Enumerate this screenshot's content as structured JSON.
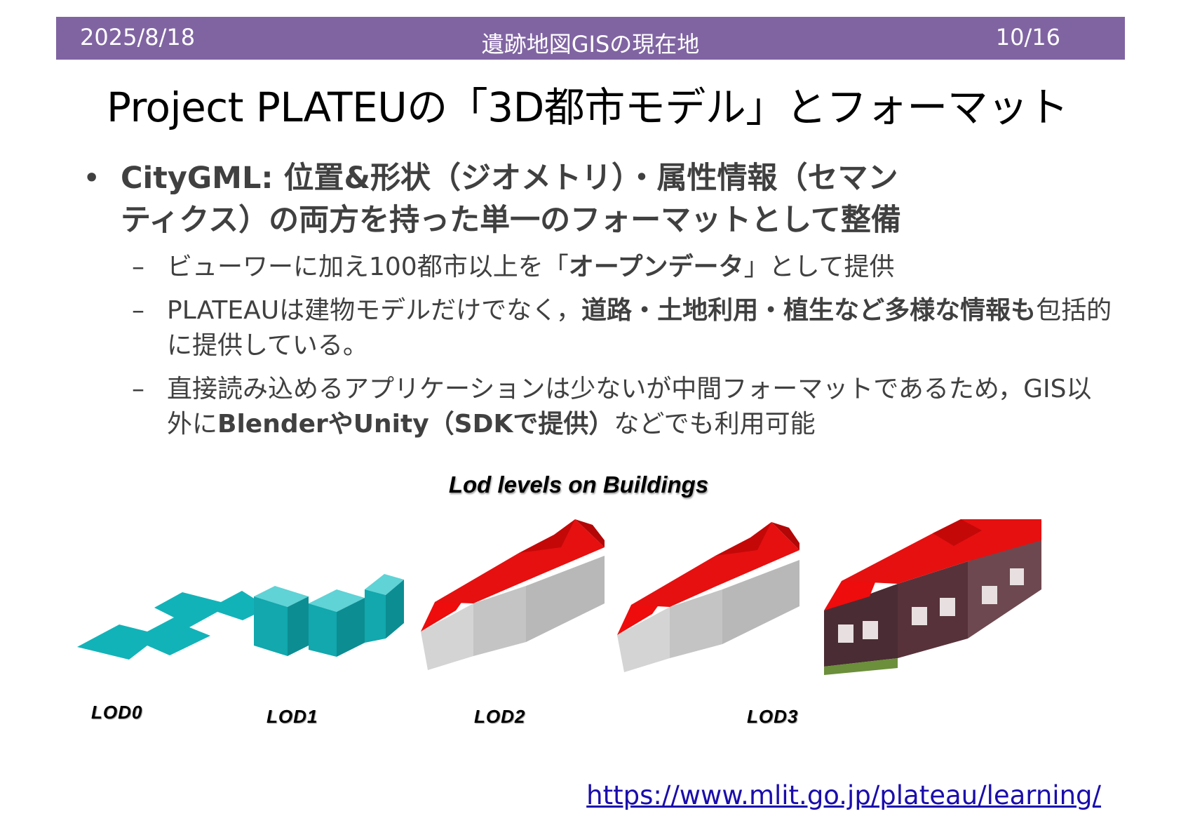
{
  "header": {
    "date": "2025/8/18",
    "deck_title": "遺跡地図GISの現在地",
    "page": "10/16"
  },
  "title": "Project PLATEUの「3D都市モデル」とフォーマット",
  "bullet": {
    "symbol": "•",
    "text": "CityGML: 位置&形状（ジオメトリ）・属性情報（セマン\nティクス）の両方を持った単一のフォーマットとして整備"
  },
  "subbullets": {
    "dash": "–",
    "s1": {
      "a": "ビューワーに加え100都市以上を「",
      "b": "オープンデータ",
      "c": "」として提供"
    },
    "s2": {
      "a": "PLATEAUは建物モデルだけでなく，",
      "b": "道路・土地利用・植生など多様な情報も",
      "c": "包括的に提供している。"
    },
    "s3": {
      "a": "直接読み込めるアプリケーションは少ないが中間フォーマットであるため，GIS以外に",
      "b": "BlenderやUnity（SDKで提供）",
      "c": "などでも利用可能"
    }
  },
  "figure": {
    "title": "Lod levels on Buildings",
    "labels": [
      "LOD0",
      "LOD1",
      "LOD2",
      "LOD3"
    ],
    "colors": {
      "lod_cyan": "#12b3b8",
      "roof_red": "#ee0c0c",
      "wall_gray": "#c8c8c8",
      "wall_brown": "#4a2c34"
    }
  },
  "link": "https://www.mlit.go.jp/plateau/learning/"
}
